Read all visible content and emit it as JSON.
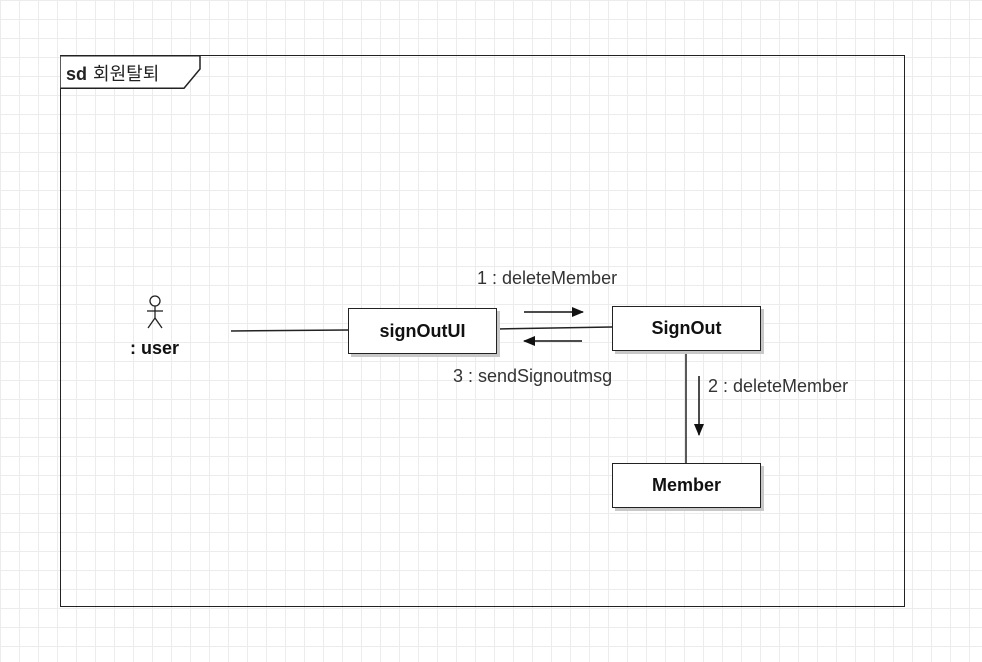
{
  "frame": {
    "keyword": "sd",
    "name": "회원탈퇴"
  },
  "actor": {
    "name": ": user"
  },
  "objects": {
    "signout_ui": "signOutUI",
    "signout": "SignOut",
    "member": "Member"
  },
  "messages": {
    "m1": "1 : deleteMember",
    "m2": "2 : deleteMember",
    "m3": "3 : sendSignoutmsg"
  }
}
